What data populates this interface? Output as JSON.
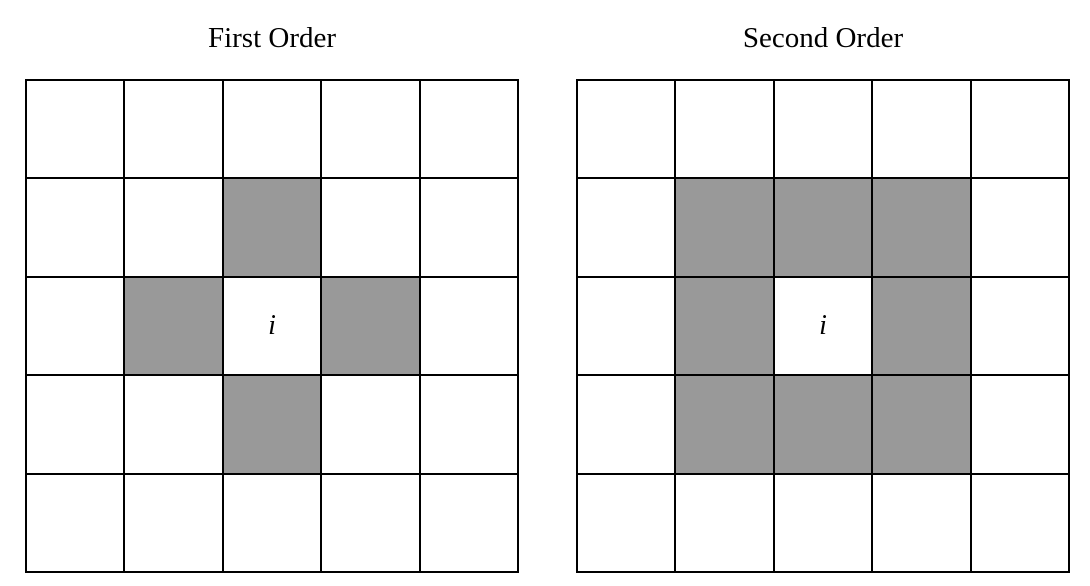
{
  "colors": {
    "shaded": "#999999",
    "empty": "#ffffff",
    "line": "#000000"
  },
  "panels": [
    {
      "title": "First Order",
      "rows": 5,
      "cols": 5,
      "center_label": "i",
      "center": [
        2,
        2
      ],
      "shaded": [
        [
          1,
          2
        ],
        [
          2,
          1
        ],
        [
          2,
          3
        ],
        [
          3,
          2
        ]
      ]
    },
    {
      "title": "Second Order",
      "rows": 5,
      "cols": 5,
      "center_label": "i",
      "center": [
        2,
        2
      ],
      "shaded": [
        [
          1,
          1
        ],
        [
          1,
          2
        ],
        [
          1,
          3
        ],
        [
          2,
          1
        ],
        [
          2,
          3
        ],
        [
          3,
          1
        ],
        [
          3,
          2
        ],
        [
          3,
          3
        ]
      ]
    }
  ]
}
